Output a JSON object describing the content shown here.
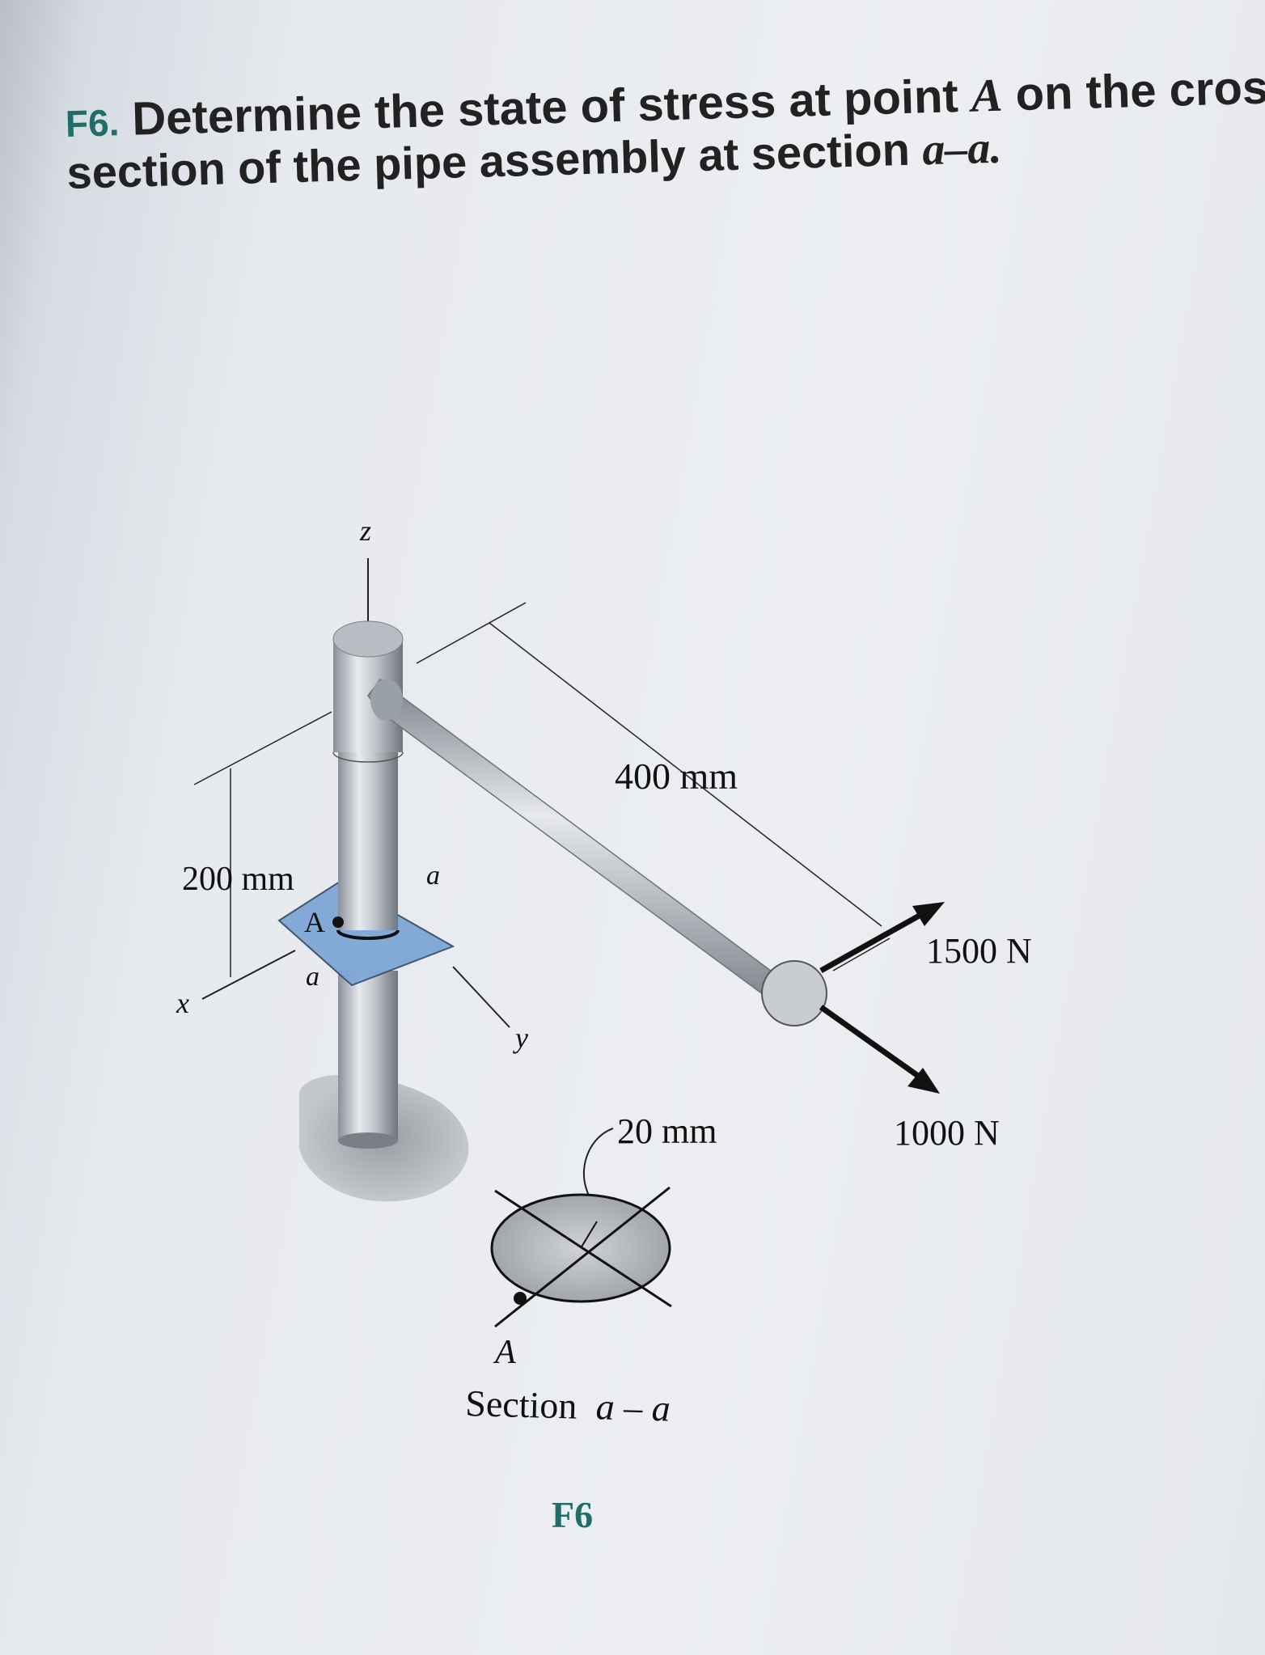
{
  "problem": {
    "number": "F6.",
    "text_line1": "Determine the state of stress at point",
    "point": "A",
    "text_line1_end": "on the cross",
    "text_line2": "section of the pipe assembly at section",
    "section": "a–a."
  },
  "figure": {
    "axis_z": "z",
    "axis_x": "x",
    "axis_y": "y",
    "dim_400": "400 mm",
    "dim_200": "200 mm",
    "dim_20": "20 mm",
    "force_1500": "1500 N",
    "force_1000": "1000 N",
    "section_mark_a1": "a",
    "section_mark_a2": "a",
    "point_A": "A",
    "section_point_A": "A",
    "section_caption": "Section",
    "section_caption_letters": "a – a",
    "figure_label": "F6"
  }
}
